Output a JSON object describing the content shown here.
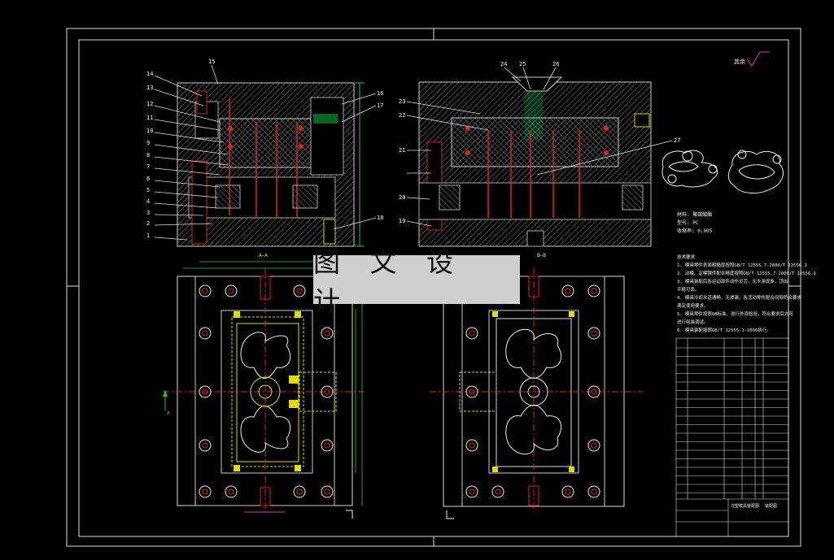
{
  "watermark": "图 文 设 计",
  "section_labels": {
    "sec_a": "A—A",
    "sec_b": "B—B",
    "view_a": "A"
  },
  "left_section_callouts": [
    "14",
    "13",
    "12",
    "11",
    "10",
    "9",
    "8",
    "7",
    "6",
    "5",
    "4",
    "3",
    "2",
    "1"
  ],
  "left_section_top": "15",
  "left_section_right": [
    "16",
    "17",
    "18"
  ],
  "right_section_top": [
    "24",
    "25",
    "26"
  ],
  "right_section_left": [
    "23",
    "22",
    "21",
    "20",
    "19"
  ],
  "right_section_right": "27",
  "part_info": [
    "材料: 聚碳酸酯",
    "型号: PC",
    "收缩率: 0.005"
  ],
  "roughness_symbol": "其余",
  "tech_req_title": "技术要求",
  "tech_req_lines": [
    "1. 模具零件表面粗糙度按照GB/T 12555.7-2006/T 12556.1",
    "2. 动模、定模镶件配合精度按照GB/T 12555.7-2006/T 12556.1",
    "3. 模具装配后各运动部件动作灵活，无卡滞现象，顶出",
    "   平稳可靠。",
    "4. 模具冷却水道通畅，无渗漏，各活动零件配合间隙符合要求",
    "   满足使用要求。",
    "5. 模具零件按照GB标准，进行外观检验，符合要求后方可",
    "   进行组装调试。",
    "6. 模具装配按照GB/T 12555.1-2006执行。"
  ],
  "title_block": {
    "label1": "注塑模具装配图",
    "label2": "装配图"
  }
}
